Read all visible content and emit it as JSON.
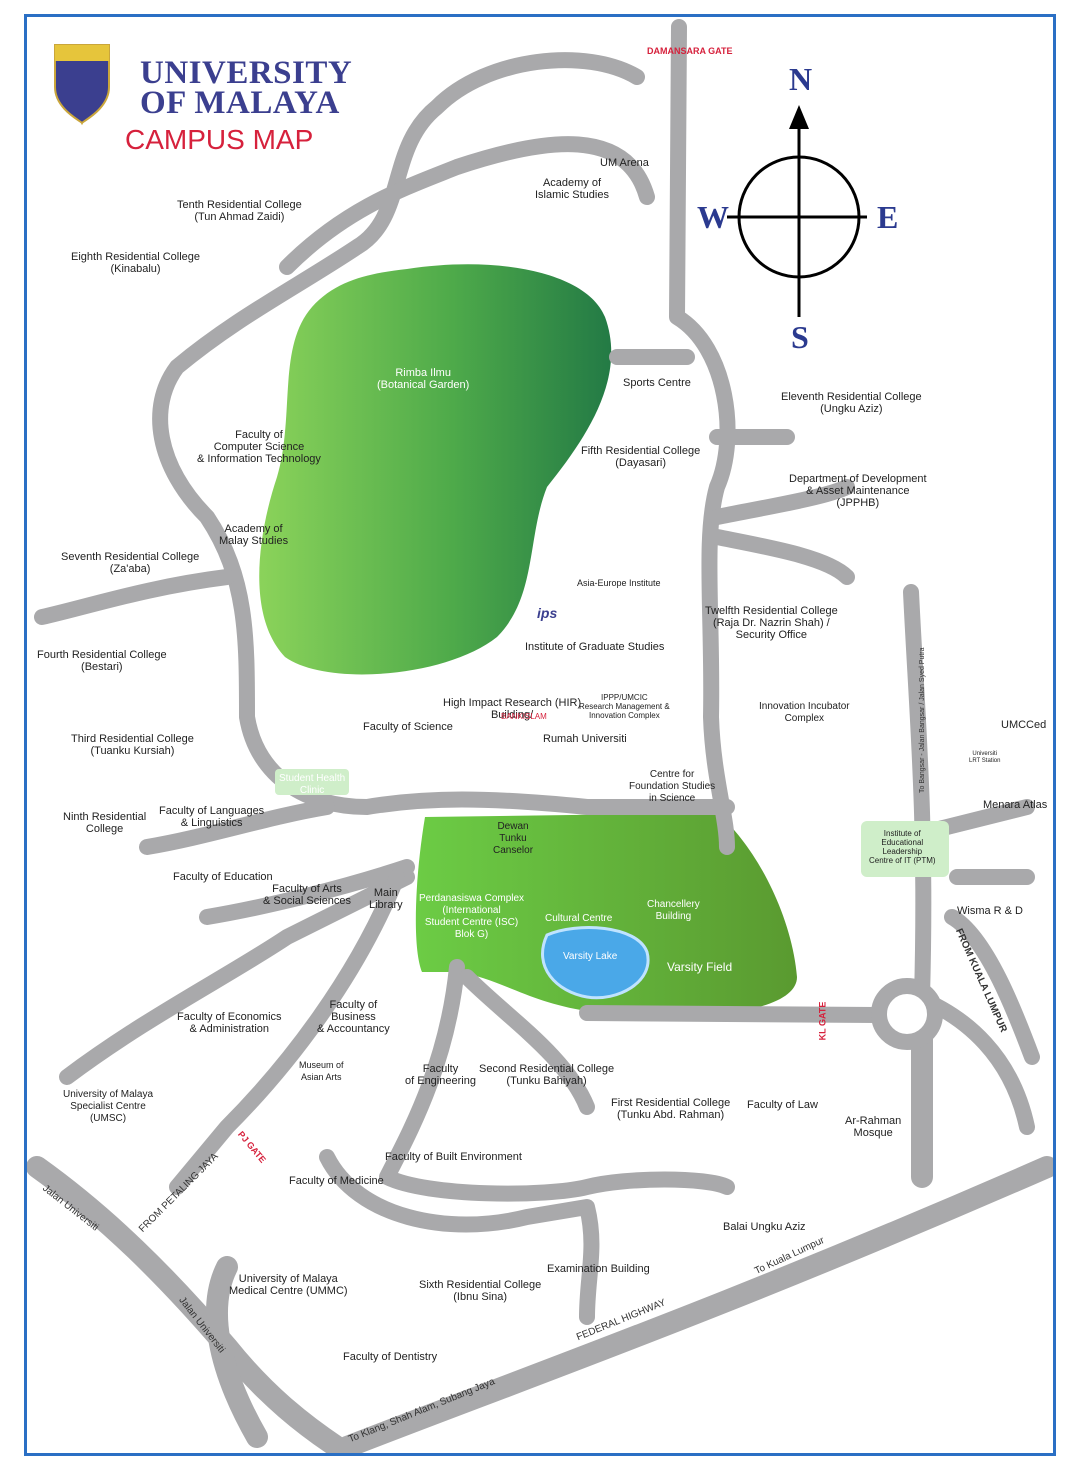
{
  "header": {
    "title_line1": "UNIVERSITY",
    "title_line2": "OF MALAYA",
    "subtitle": "CAMPUS MAP"
  },
  "compass": {
    "n": "N",
    "s": "S",
    "e": "E",
    "w": "W"
  },
  "colors": {
    "road": "#a9a9ab",
    "green_dark": "#2f8a47",
    "green_light": "#7ccb55",
    "field": "#5aa03a",
    "lake": "#4aa8e8",
    "brand_blue": "#3b3f8f",
    "brand_red": "#d6213c",
    "frame": "#2a6fc4"
  },
  "areas": {
    "rimba_ilmu": "Rimba Ilmu\n(Botanical Garden)",
    "varsity_field": "Varsity Field",
    "varsity_lake": "Varsity Lake"
  },
  "places": {
    "damansara_gate": "DAMANSARA GATE",
    "um_arena": "UM Arena",
    "academy_islamic": "Academy of\nIslamic Studies",
    "tenth_college": "Tenth Residential College\n(Tun Ahmad Zaidi)",
    "eighth_college": "Eighth Residential College\n(Kinabalu)",
    "fcsit": "Faculty of\nComputer Science\n& Information Technology",
    "academy_malay": "Academy of\nMalay Studies",
    "seventh_college": "Seventh Residential College\n(Za'aba)",
    "fourth_college": "Fourth Residential College\n(Bestari)",
    "third_college": "Third Residential College\n(Tuanku Kursiah)",
    "ninth_college": "Ninth Residential\nCollege",
    "languages": "Faculty of Languages\n& Linguistics",
    "student_health": "Student Health\nClinic",
    "education": "Faculty of Education",
    "arts": "Faculty of Arts\n& Social Sciences",
    "main_library": "Main\nLibrary",
    "economics": "Faculty of Economics\n& Administration",
    "business": "Faculty of\nBusiness\n& Accountancy",
    "museum": "Museum of\nAsian Arts",
    "umsc": "University of Malaya\nSpecialist Centre\n(UMSC)",
    "pj_gate": "PJ GATE",
    "engineering": "Faculty\nof Engineering",
    "second_college": "Second Residential College\n(Tunku Bahiyah)",
    "built_env": "Faculty of Built Environment",
    "medicine": "Faculty of Medicine",
    "ummc": "University of Malaya\nMedical Centre (UMMC)",
    "sixth_college": "Sixth Residential College\n(Ibnu Sina)",
    "exam_building": "Examination Building",
    "dentistry": "Faculty of Dentistry",
    "sports_centre": "Sports Centre",
    "eleventh_college": "Eleventh Residential College\n(Ungku Aziz)",
    "jppha": "Department of Development\n& Asset Maintenance\n(JPPHB)",
    "fifth_college": "Fifth Residential College\n(Dayasari)",
    "asia_europe": "Asia-Europe Institute",
    "twelfth_college": "Twelfth Residential College\n(Raja Dr. Nazrin Shah) /\nSecurity Office",
    "ips_logo": "ips",
    "graduate_studies": "Institute of Graduate Studies",
    "ippp": "IPPP/UMCIC\nResearch Management &\nInnovation Complex",
    "innovation_incubator": "Innovation Incubator\nComplex",
    "hir": "High Impact Research (HIR)\nBuilding/",
    "bank_islam": "BANKISLAM",
    "faculty_science": "Faculty of Science",
    "rumah_universiti": "Rumah Universiti",
    "foundation": "Centre for\nFoundation Studies\nin Science",
    "umcced": "UMCCed",
    "lrt": "Universiti\nLRT Station",
    "menara_atlas": "Menara Atlas",
    "iel": "Institute of\nEducational\nLeadership\nCentre of IT (PTM)",
    "wisma": "Wisma R & D",
    "dewan": "Dewan\nTunku\nCanselor",
    "perdanasiswa": "Perdanasiswa Complex\n(International\nStudent Centre (ISC)\nBlok G)",
    "cultural": "Cultural Centre",
    "chancellery": "Chancellery\nBuilding",
    "kl_gate": "KL GATE",
    "first_college": "First Residential College\n(Tunku Abd. Rahman)",
    "law": "Faculty of Law",
    "mosque": "Ar-Rahman\nMosque",
    "balai": "Balai Ungku Aziz"
  },
  "roads": {
    "jalan_univ1": "Jalan Universiti",
    "jalan_univ2": "Jalan Universiti",
    "from_pj": "FROM PETALING JAYA",
    "federal": "FEDERAL HIGHWAY",
    "to_kl": "To Kuala Lumpur",
    "to_klang": "To Klang, Shah Alam, Subang Jaya",
    "from_kl": "FROM KUALA LUMPUR",
    "to_bangsar": "To Bangsar - Jalan Bangsar / Jalan Syed Putra"
  }
}
